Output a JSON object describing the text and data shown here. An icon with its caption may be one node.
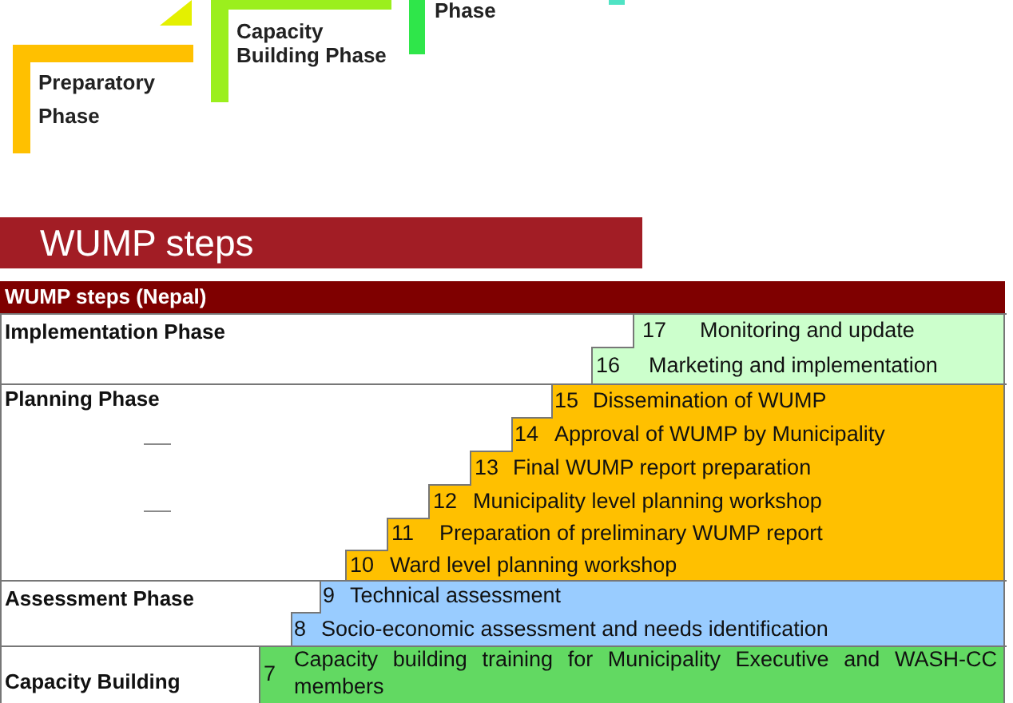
{
  "diagram": {
    "title": "WUMP steps",
    "nodes": [
      {
        "text": [
          "Preparatory Phase"
        ]
      },
      {
        "text": [],
        "shape": "triangle"
      },
      {
        "text": [
          "Capacity Building Phase"
        ]
      },
      {
        "text": [
          "Phase"
        ]
      },
      {
        "text": [],
        "shape": "bar"
      },
      {
        "text": [
          "WUMP steps (Nepal)"
        ]
      },
      {
        "text": [
          "Implementation Phase"
        ]
      },
      {
        "text": [
          "17",
          "Monitoring and update"
        ],
        "in": 6
      },
      {
        "text": [
          "16",
          "Marketing and implementation"
        ],
        "in": 6
      },
      {
        "text": [
          "Planning Phase"
        ]
      },
      {
        "text": [
          "15",
          "Dissemination of WUMP"
        ],
        "in": 9
      },
      {
        "text": [
          "14",
          "Approval of WUMP by Municipality"
        ],
        "in": 9
      },
      {
        "text": [
          "13",
          "Final WUMP report preparation"
        ],
        "in": 9
      },
      {
        "text": [
          "12",
          "Municipality level planning workshop"
        ],
        "in": 9
      },
      {
        "text": [
          "11",
          "Preparation of preliminary WUMP report"
        ],
        "in": 9
      },
      {
        "text": [
          "10",
          "Ward level planning workshop"
        ],
        "in": 9
      },
      {
        "text": [
          "Assessment Phase"
        ]
      },
      {
        "text": [
          "9",
          "Technical assessment"
        ],
        "in": 16
      },
      {
        "text": [
          "8",
          "Socio-economic assessment and needs identification"
        ],
        "in": 16
      },
      {
        "text": [
          "Capacity Building"
        ]
      },
      {
        "text": [
          "7",
          "Capacity building training for Municipality Executive and WASH-CC members"
        ],
        "in": 19
      }
    ]
  }
}
